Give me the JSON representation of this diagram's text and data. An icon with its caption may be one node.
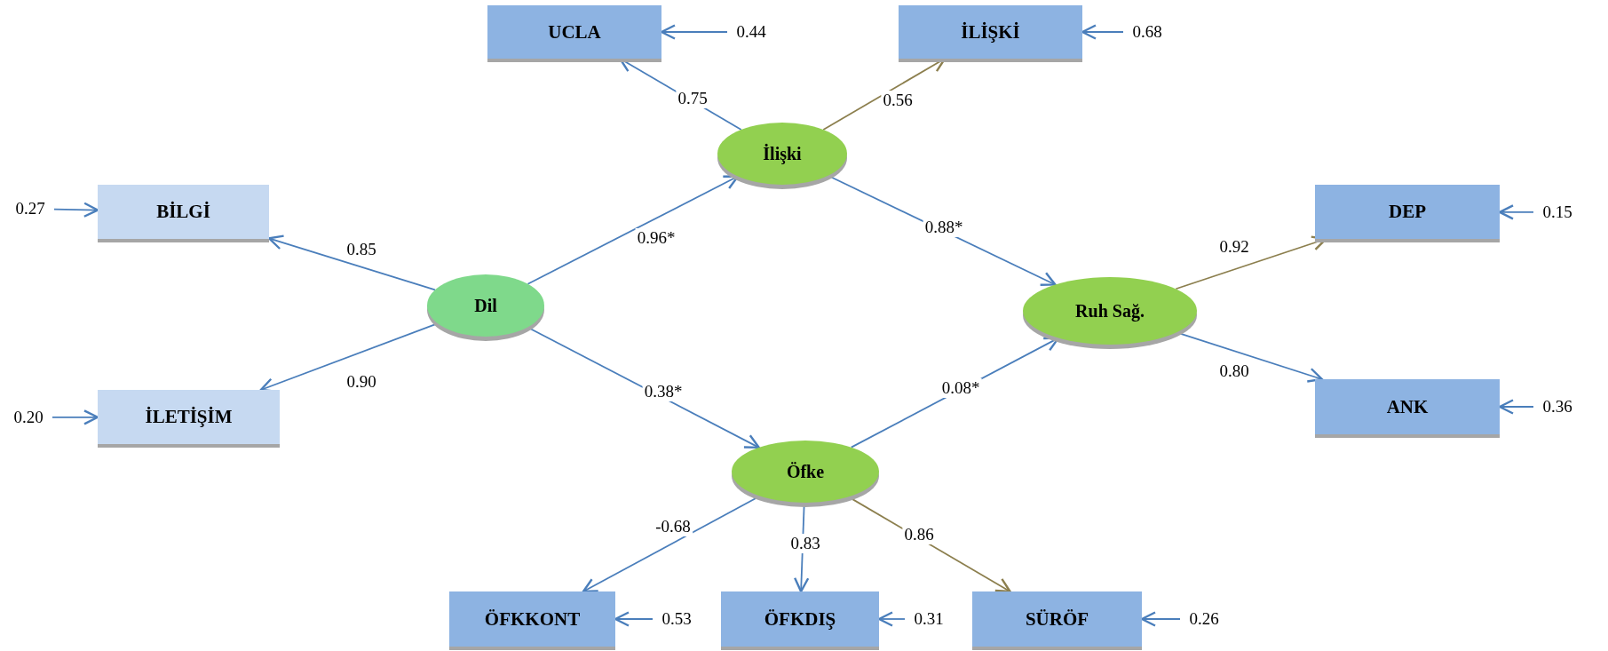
{
  "diagram": {
    "nodes": [
      {
        "text": [
          "UCLA"
        ]
      },
      {
        "text": [
          "0.44"
        ]
      },
      {
        "text": [
          "İLİŞKİ"
        ]
      },
      {
        "text": [
          "0.68"
        ]
      },
      {
        "text": [
          "İlişki"
        ]
      },
      {
        "text": [
          "0.27"
        ]
      },
      {
        "text": [
          "BİLGİ"
        ]
      },
      {
        "text": [
          "DEP"
        ]
      },
      {
        "text": [
          "0.15"
        ]
      },
      {
        "text": [
          "Dil"
        ]
      },
      {
        "text": [
          "Ruh Sağ."
        ]
      },
      {
        "text": [
          "0.20"
        ]
      },
      {
        "text": [
          "İLETİŞİM"
        ]
      },
      {
        "text": [
          "ANK"
        ]
      },
      {
        "text": [
          "0.36"
        ]
      },
      {
        "text": [
          "Öfke"
        ]
      },
      {
        "text": [
          "ÖFKKONT"
        ]
      },
      {
        "text": [
          "0.53"
        ]
      },
      {
        "text": [
          "ÖFKDIŞ"
        ]
      },
      {
        "text": [
          "0.31"
        ]
      },
      {
        "text": [
          "SÜRÖF"
        ]
      },
      {
        "text": [
          "0.26"
        ]
      }
    ],
    "edges": [
      {
        "from": 1,
        "to": 0,
        "arrow": "to"
      },
      {
        "from": 3,
        "to": 2,
        "arrow": "to"
      },
      {
        "from": 4,
        "to": 0,
        "arrow": "to",
        "label": "0.75"
      },
      {
        "from": 4,
        "to": 2,
        "arrow": "to",
        "label": "0.56",
        "color": "#8c7f4e"
      },
      {
        "from": 5,
        "to": 6,
        "arrow": "to"
      },
      {
        "from": 9,
        "to": 6,
        "arrow": "to",
        "label": "0.85"
      },
      {
        "from": 9,
        "to": 4,
        "arrow": "to",
        "label": "0.96*"
      },
      {
        "from": 4,
        "to": 10,
        "arrow": "to",
        "label": "0.88*"
      },
      {
        "from": 10,
        "to": 7,
        "arrow": "to",
        "label": "0.92",
        "color": "#8c7f4e"
      },
      {
        "from": 8,
        "to": 7,
        "arrow": "to"
      },
      {
        "from": 9,
        "to": 12,
        "arrow": "to",
        "label": "0.90"
      },
      {
        "from": 11,
        "to": 12,
        "arrow": "to"
      },
      {
        "from": 9,
        "to": 15,
        "arrow": "to",
        "label": "0.38*"
      },
      {
        "from": 15,
        "to": 10,
        "arrow": "to",
        "label": "0.08*"
      },
      {
        "from": 10,
        "to": 13,
        "arrow": "to",
        "label": "0.80"
      },
      {
        "from": 14,
        "to": 13,
        "arrow": "to"
      },
      {
        "from": 15,
        "to": 16,
        "arrow": "to",
        "label": "-0.68"
      },
      {
        "from": 17,
        "to": 16,
        "arrow": "to"
      },
      {
        "from": 15,
        "to": 18,
        "arrow": "to",
        "label": "0.83"
      },
      {
        "from": 19,
        "to": 18,
        "arrow": "to"
      },
      {
        "from": 15,
        "to": 20,
        "arrow": "to",
        "label": "0.86",
        "color": "#8c7f4e"
      },
      {
        "from": 21,
        "to": 20,
        "arrow": "to"
      }
    ]
  }
}
